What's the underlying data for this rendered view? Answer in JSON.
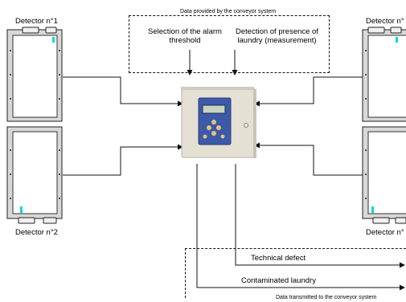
{
  "top_box": {
    "caption": "Data provided by the conveyor system",
    "threshold_line1": "Selection of the alarm",
    "threshold_line2": "threshold",
    "presence_line1": "Detection of presence of",
    "presence_line2": "laundry (measurement)"
  },
  "detectors": {
    "top_left": "Detector n°1",
    "bottom_left": "Detector n°2",
    "top_right": "Detector n°",
    "bottom_right": "Detector n°"
  },
  "bottom_box": {
    "technical_defect": "Technical defect",
    "contaminated": "Contaminated laundry",
    "caption": "Data transmitted to the conveyor system"
  },
  "colors": {
    "line": "#111111",
    "detector_frame": "#d8d8d8",
    "detector_edge": "#222222",
    "cyan_marker": "#00d8e0",
    "cabinet": "#e4e0d3",
    "panel": "#3d5aa8"
  },
  "icons": [
    "control-unit-icon",
    "detector-panel-icon"
  ]
}
